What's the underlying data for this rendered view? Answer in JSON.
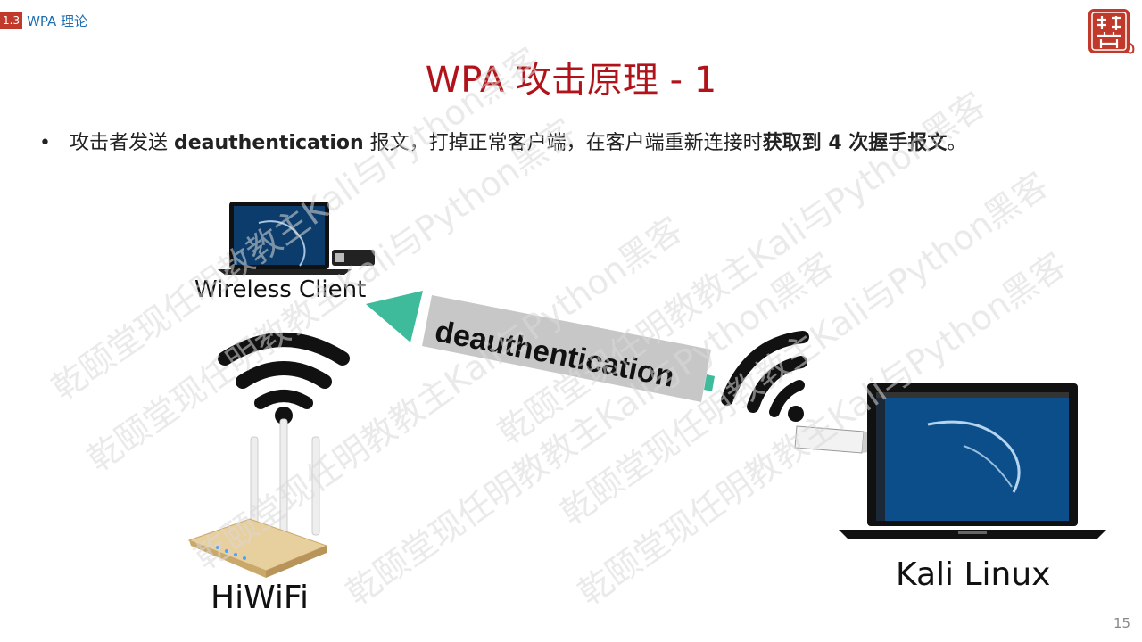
{
  "header": {
    "section_number": "1.3",
    "section_title": "WPA 理论"
  },
  "title": "WPA 攻击原理 - 1",
  "bullet": {
    "prefix": "攻击者发送 ",
    "bold1": "deauthentication",
    "middle": " 报文，打掉正常客户端，在客户端重新连接时",
    "bold2": "获取到 4 次握手报文",
    "suffix": "。"
  },
  "diagram": {
    "client_label": "Wireless Client",
    "router_label": "HiWiFi",
    "attacker_label": "Kali Linux",
    "arrow_label": "deauthentication"
  },
  "watermark": {
    "text": "乾颐堂现任明教教主Kali与Python黑客"
  },
  "page_number": "15",
  "colors": {
    "title": "#b0141a",
    "arrow_head": "#3dbb9a",
    "arrow_body": "#c7c7c7",
    "accent_red": "#c0392b"
  }
}
